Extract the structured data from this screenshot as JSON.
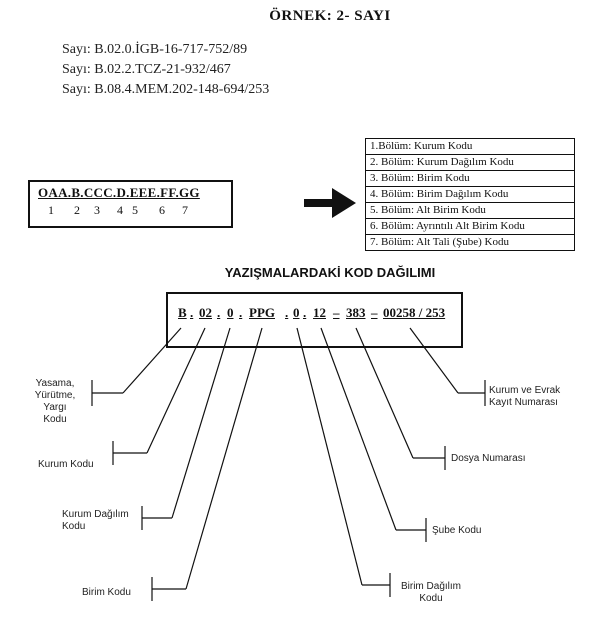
{
  "title": "ÖRNEK: 2- SAYI",
  "sayi_lines": [
    "Sayı: B.02.0.İGB-16-717-752/89",
    "Sayı: B.02.2.TCZ-21-932/467",
    "Sayı: B.08.4.MEM.202-148-694/253"
  ],
  "code_example": "OAA.B.CCC.D.EEE.FF.GG",
  "digits": [
    "1",
    "2",
    "3",
    "4",
    "5",
    "6",
    "7"
  ],
  "sections": [
    "1.Bölüm: Kurum Kodu",
    "2. Bölüm: Kurum Dağılım Kodu",
    "3. Bölüm: Birim Kodu",
    "4. Bölüm: Birim Dağılım Kodu",
    "5. Bölüm: Alt Birim Kodu",
    "6. Bölüm: Ayrıntılı Alt Birim Kodu",
    "7. Bölüm: Alt Tali (Şube) Kodu"
  ],
  "subtitle": "YAZIŞMALARDAKİ KOD DAĞILIMI",
  "code_segments": [
    "B",
    ".",
    "02",
    ".",
    "0",
    ".",
    "PPG",
    ".",
    "0",
    ".",
    "12",
    "–",
    "383",
    "–",
    "00258 / 253"
  ],
  "labels": {
    "yasama": "Yasama,\nYürütme, Yargı\nKodu",
    "kurum_kodu": "Kurum Kodu",
    "kurum_dagilim": "Kurum Dağılım\nKodu",
    "birim_kodu": "Birim Kodu",
    "birim_dagilim": "Birim Dağılım\nKodu",
    "sube_kodu": "Şube Kodu",
    "dosya_numarasi": "Dosya Numarası",
    "kurum_evrak": "Kurum ve Evrak\nKayıt Numarası"
  }
}
